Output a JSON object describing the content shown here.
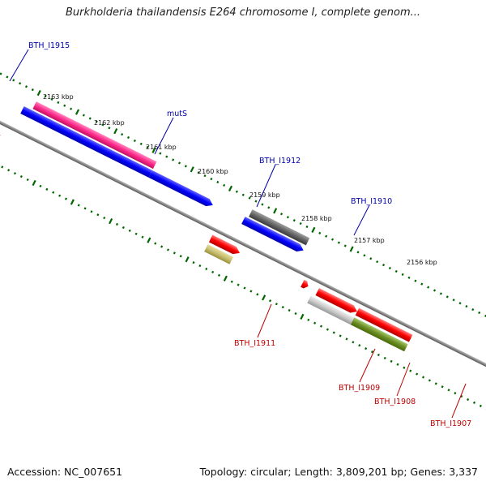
{
  "title": "Burkholderia thailandensis E264 chromosome I, complete genom...",
  "footer": {
    "accession": "Accession: NC_007651",
    "summary": "Topology: circular; Length: 3,809,201 bp; Genes: 3,337"
  },
  "ticks": [
    "2163 kbp",
    "2162 kbp",
    "2161 kbp",
    "2160 kbp",
    "2159 kbp",
    "2158 kbp",
    "2157 kbp",
    "2156 kbp"
  ],
  "colors": {
    "forward_label": "#0000aa",
    "reverse_label": "#bb0000",
    "backbone": "#888888",
    "tick": "#006600",
    "red": "#ff0000",
    "blue": "#0000ff",
    "pink": "#ff2a8a",
    "gray": "#666666",
    "olive": "#6b8e23",
    "khaki": "#c8c070",
    "lightgray": "#c8c8c8"
  },
  "genes": [
    {
      "label": "BTH_I1915",
      "strand": "forward"
    },
    {
      "label": "mutS",
      "strand": "forward"
    },
    {
      "label": "BTH_I1912",
      "strand": "forward"
    },
    {
      "label": "BTH_I1910",
      "strand": "forward"
    },
    {
      "label": "BTH_I1911",
      "strand": "reverse"
    },
    {
      "label": "BTH_I1909",
      "strand": "reverse"
    },
    {
      "label": "BTH_I1908",
      "strand": "reverse"
    },
    {
      "label": "BTH_I1907",
      "strand": "reverse"
    }
  ]
}
